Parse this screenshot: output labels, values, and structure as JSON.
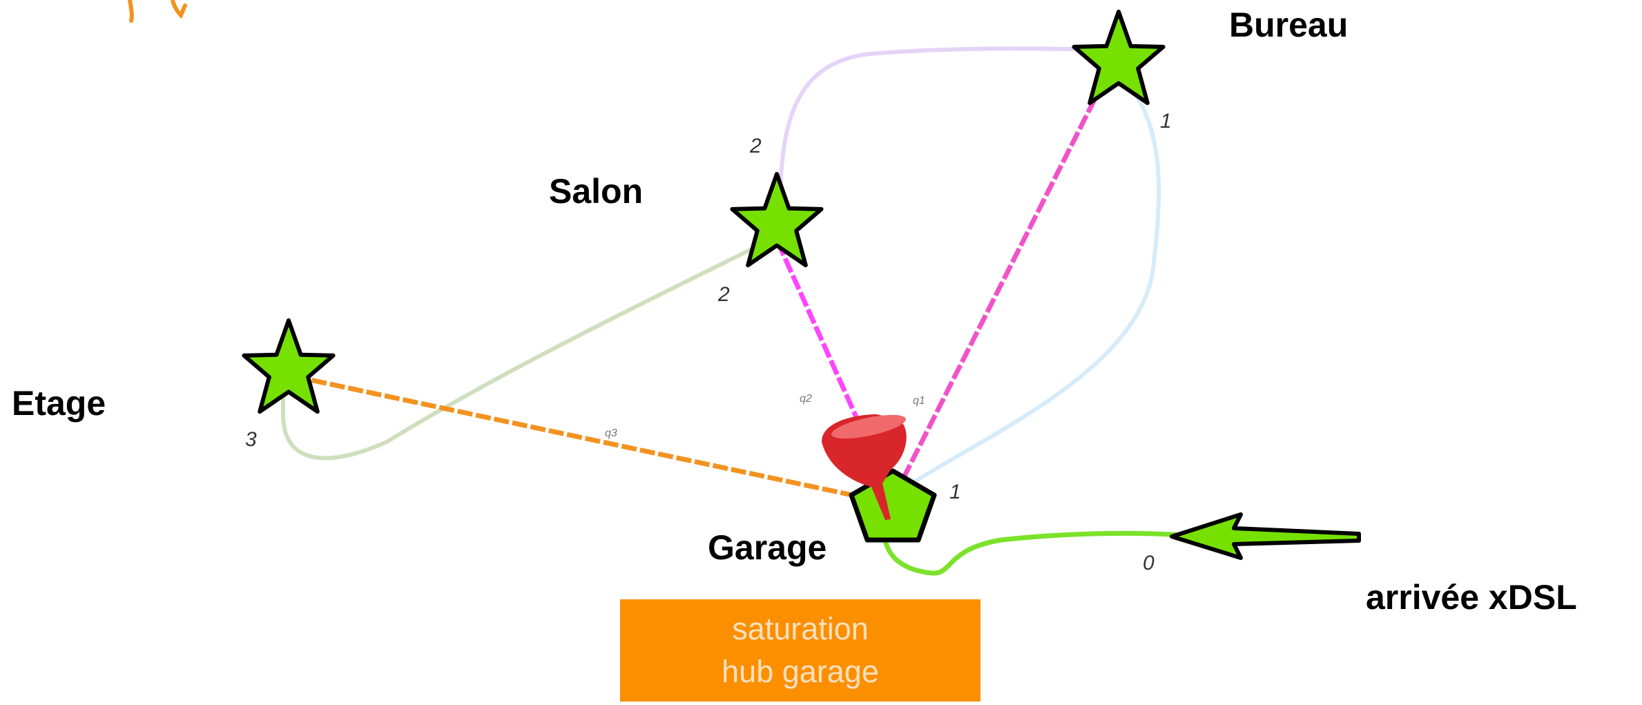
{
  "nodes": {
    "bureau": "Bureau",
    "salon": "Salon",
    "etage": "Etage",
    "garage": "Garage",
    "arrivee": "arrivée xDSL"
  },
  "edge_numbers": {
    "bureau": "1",
    "salon_top": "2",
    "salon_bottom": "2",
    "etage": "3",
    "garage": "1",
    "xdsl": "0"
  },
  "port_labels": {
    "q2": "q2",
    "q1": "q1",
    "q3": "q3"
  },
  "callout": {
    "line1": "saturation",
    "line2": "hub garage"
  },
  "colors": {
    "star_fill": "#76e000",
    "rj45_pink": "#f052c8",
    "rj45_magenta": "#ff44ff",
    "rj45_orange": "#f39220",
    "xdsl_green": "#7be22a",
    "callout_orange": "#fb8f00",
    "funnel_red": "#d9262b"
  },
  "icons": [
    "star-icon",
    "pentagon-icon",
    "funnel-icon",
    "arrow-icon"
  ]
}
